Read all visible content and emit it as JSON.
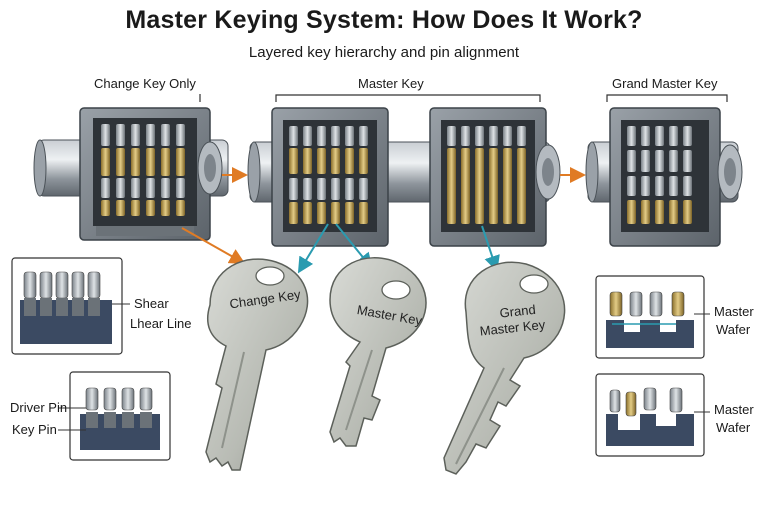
{
  "header": {
    "title": "Master Keying System: How Does It Work?",
    "subtitle": "Layered key hierarchy and pin alignment"
  },
  "sections": {
    "change_key_only": "Change Key Only",
    "master_key": "Master Key",
    "grand_master_key": "Grand Master Key"
  },
  "keys": {
    "change": "Change Key",
    "master": "Master Key",
    "grand_line1": "Grand",
    "grand_line2": "Master Key"
  },
  "insets": {
    "shear_1": "Shear",
    "shear_2": "Lhear Line",
    "driver_pin": "Driver Pin",
    "key_pin": "Key Pin",
    "master_wafer_top_1": "Master",
    "master_wafer_top_2": "Wafer",
    "master_wafer_bottom_1": "Master",
    "master_wafer_bottom_2": "Wafer"
  },
  "colors": {
    "steel": "#8e959c",
    "brass": "#b89a4a",
    "arrow_orange": "#e07b24",
    "arrow_teal": "#2a9bb0",
    "inset_block": "#3b4a62"
  }
}
